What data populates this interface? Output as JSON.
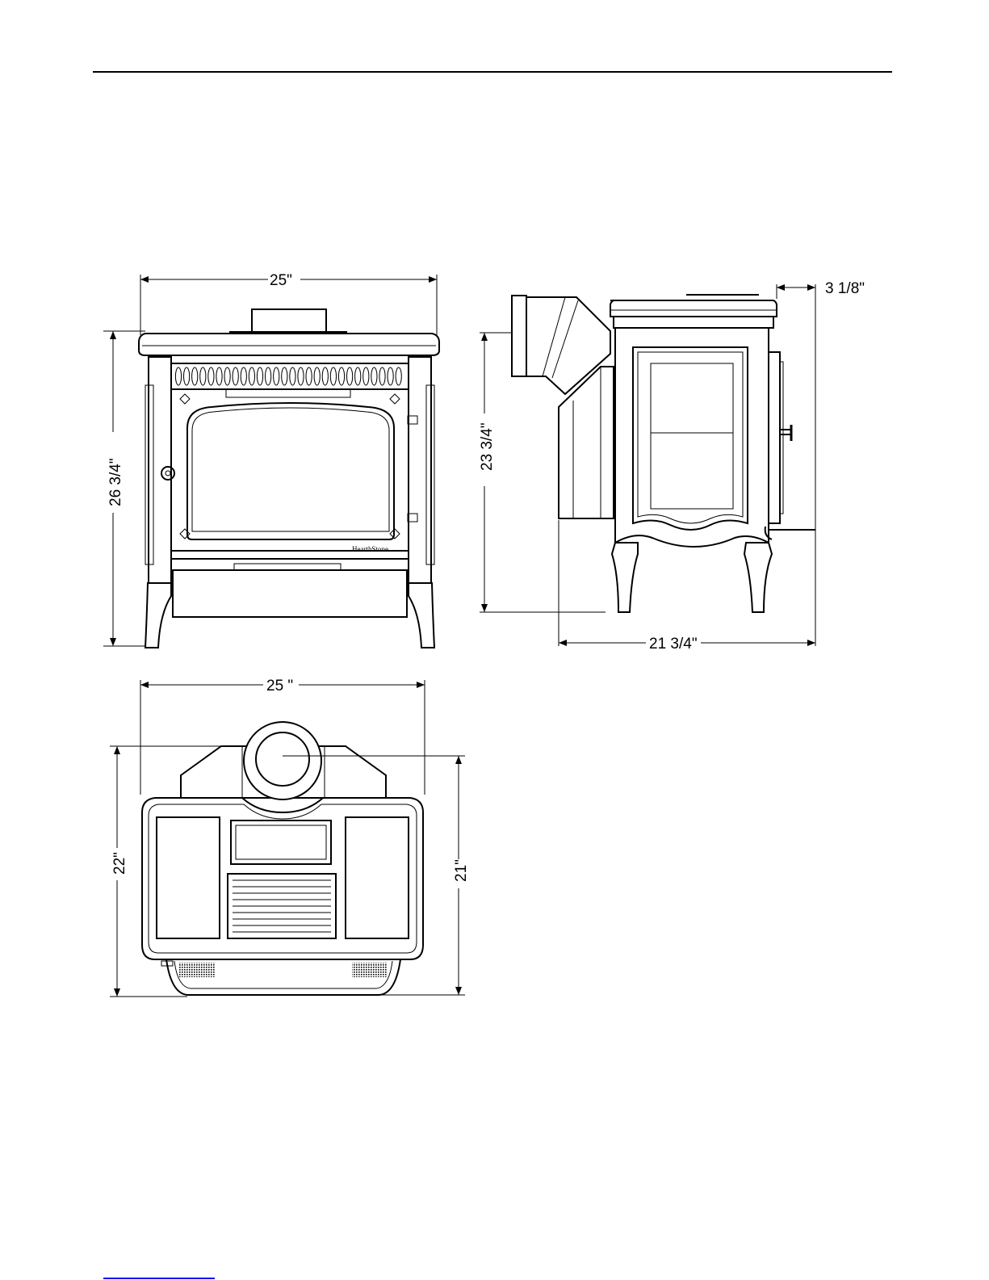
{
  "colors": {
    "line": "#000000",
    "background": "#ffffff",
    "footer_link": "#0000ee"
  },
  "views": {
    "front": {
      "width_label": "25\"",
      "height_label": "26  3/4\"",
      "brand_label": "HearthStone"
    },
    "side": {
      "flue_offset_label": "3 1/8\"",
      "height_label": "23 3/4\"",
      "depth_label": "21 3/4\""
    },
    "top": {
      "width_label": "25 \"",
      "depth_label": "22\"",
      "flue_depth_label": "21\""
    }
  }
}
